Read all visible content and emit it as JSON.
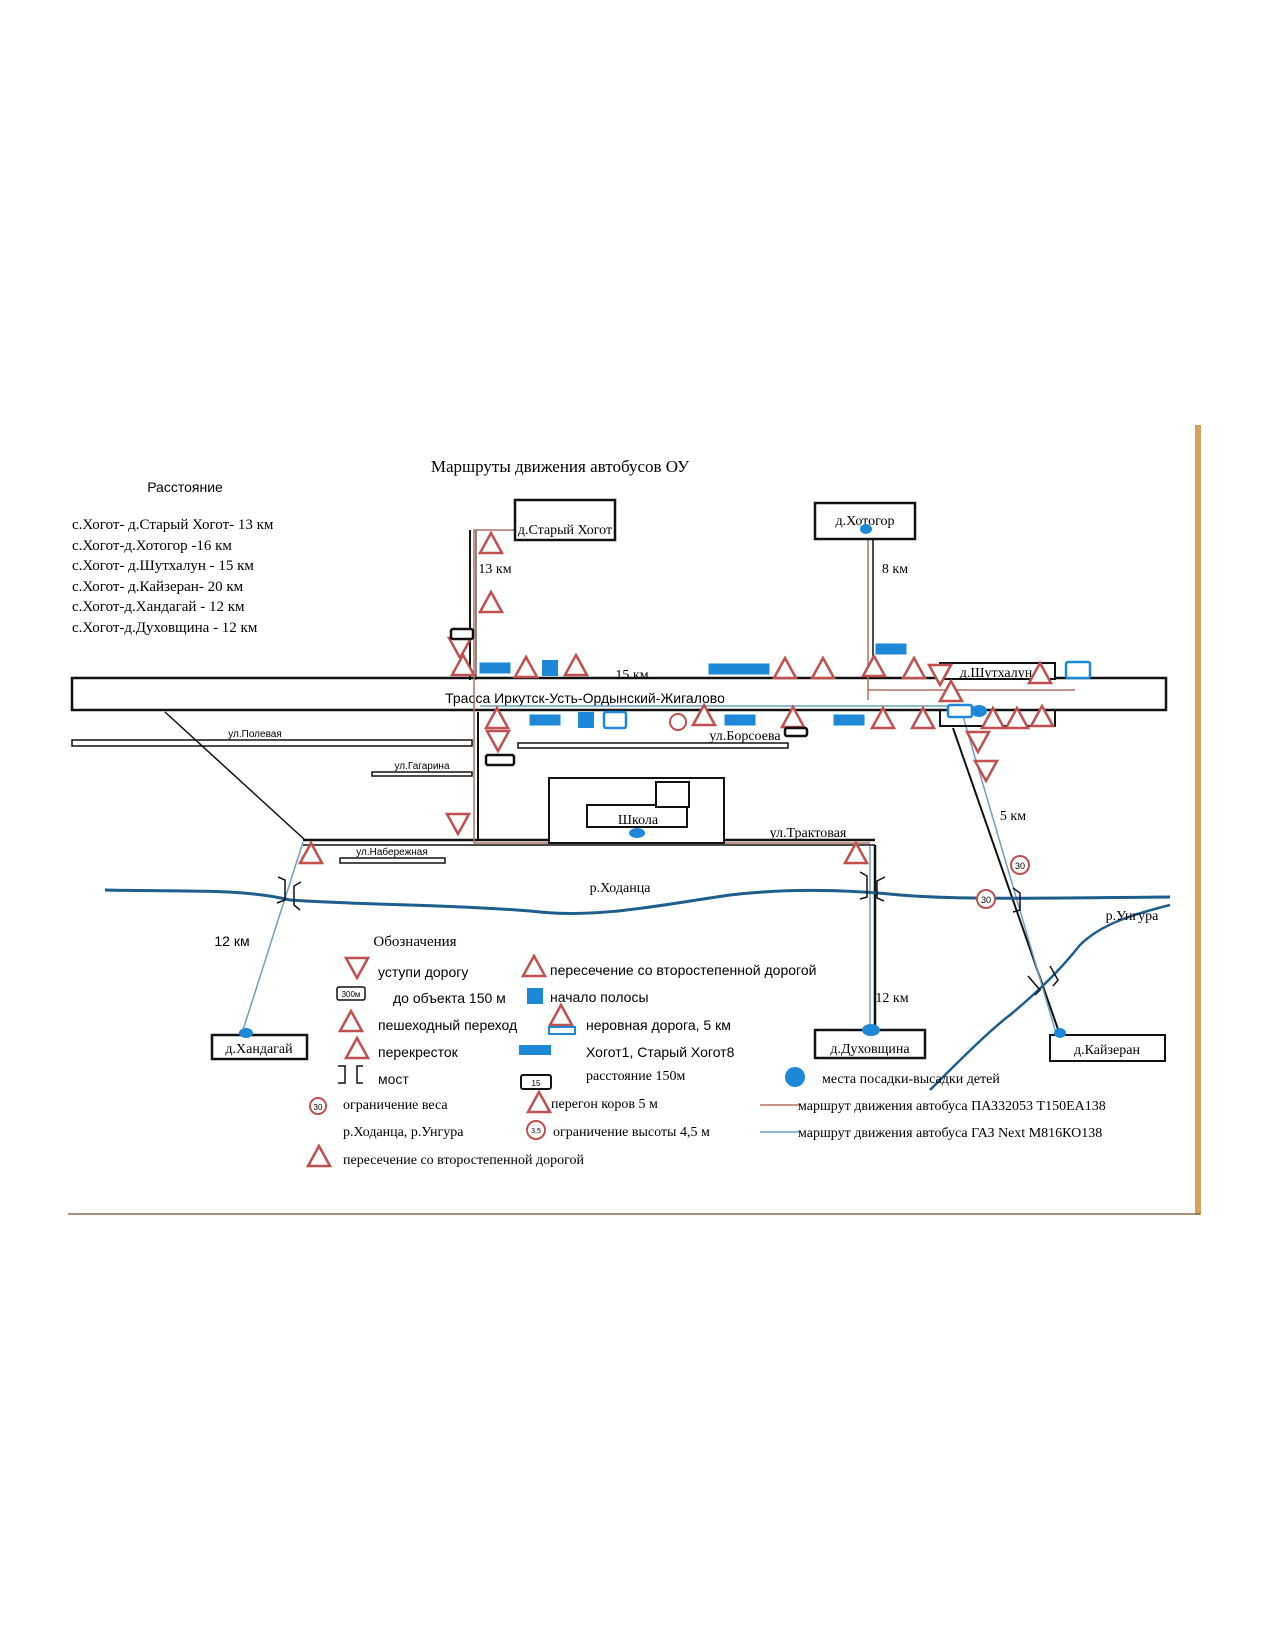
{
  "title": "Маршруты движения автобусов ОУ",
  "distances": {
    "heading": "Расстояние",
    "items": [
      "с.Хогот- д.Старый Хогот- 13 км",
      "с.Хогот-д.Хотогор -16 км",
      "с.Хогот- д.Шутхалун - 15 км",
      "с.Хогот- д.Кайзеран- 20 км",
      "с.Хогот-д.Хандагай - 12 км",
      "с.Хогот-д.Духовщина - 12 км"
    ]
  },
  "villages": {
    "stary_khogot": "д.Старый Хогот",
    "khotogor": "д.Хотогор",
    "shutkhalun": "д.Шутхалун",
    "khandagai": "д.Хандагай",
    "dukhovshchina": "д.Духовщина",
    "kaizeran": "д.Кайзеран"
  },
  "map_labels": {
    "highway": "Трасса Иркутск-Усть-Ордынский-Жигалово",
    "school": "Школа",
    "street_polevaya": "ул.Полевая",
    "street_gagarina": "ул.Гагарина",
    "street_borsoeva": "ул.Борсоева",
    "street_traktovaya": "ул.Трактовая",
    "street_naberezhnaya": "ул.Набережная",
    "river_khodantsa": "р.Ходанца",
    "river_ungura": "р.Унгура",
    "km_13": "13 км",
    "km_8": "8 км",
    "km_15": "15 км",
    "km_5": "5 км",
    "km_12_left": "12 км",
    "km_12_right": "12 км",
    "sign_30": "30",
    "sign_15": "15",
    "sign_300": "300м",
    "sign_35": "3,5"
  },
  "legend": {
    "heading": "Обозначения",
    "give_way": "уступи дорогу",
    "secondary_road_1": "пересечение со второстепенной дорогой",
    "distance_to_object": "до объекта 150 м",
    "lane_start": "начало полосы",
    "pedestrian": "пешеходный переход",
    "rough_road": "неровная дорога, 5 км",
    "crossroad": "перекресток",
    "khogot_sign": "Хогот1, Старый Хогот8",
    "bridge": "мост",
    "distance_150": "расстояние 150м",
    "pickup_points": "места посадки-высадки детей",
    "weight_limit": "ограничение веса",
    "cow_crossing": "перегон коров 5 м",
    "route_paz": "маршрут движения автобуса ПАЗ32053 Т150ЕА138",
    "rivers": "р.Ходанца, р.Унгура",
    "height_limit": "ограничение высоты 4,5 м",
    "route_gaz": "маршрут движения автобуса ГАЗ Next М816КО138",
    "secondary_road_2": "пересечение со второстепенной дорогой"
  },
  "colors": {
    "route_paz": "#b0705f",
    "route_gaz": "#6f9fc0",
    "river": "#1f5d8a",
    "sign_red": "#c0504d",
    "sign_blue": "#1e88d8",
    "pickup": "#1e88d8",
    "edge_orange": "#d9a05b"
  }
}
